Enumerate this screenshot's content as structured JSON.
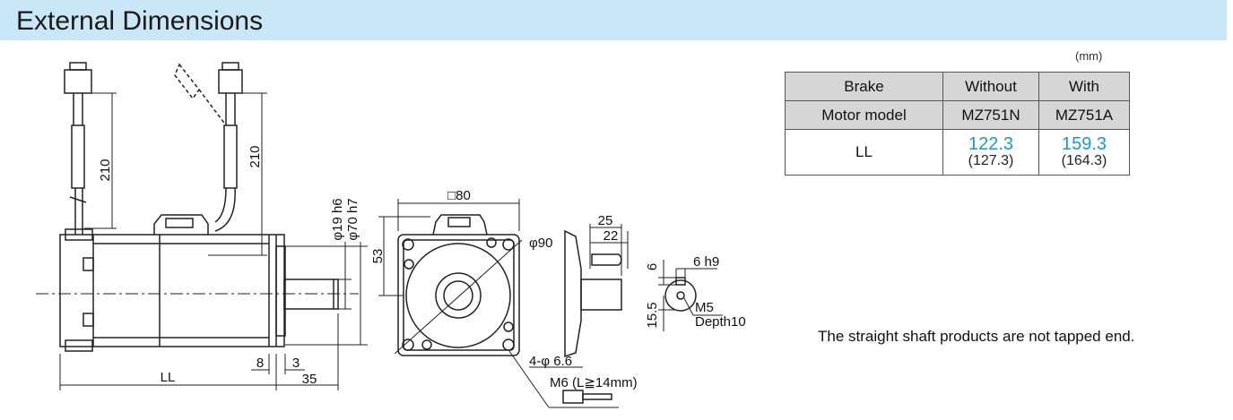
{
  "title": "External Dimensions",
  "unit": "(mm)",
  "table": {
    "headers": [
      "Brake",
      "Without",
      "With"
    ],
    "model_row": [
      "Motor model",
      "MZ751N",
      "MZ751A"
    ],
    "ll_row": {
      "label": "LL",
      "without": "122.3",
      "without_brake": "(127.3)",
      "with": "159.3",
      "with_brake": "(164.3)"
    }
  },
  "note": "The straight shaft products are not tapped end.",
  "drawing": {
    "cable_length_left": "210",
    "cable_length_right": "210",
    "shaft_dia": "φ19 h6",
    "pilot_dia": "φ70 h7",
    "flange_label": "□80",
    "pcd_label": "φ90",
    "dim_53": "53",
    "dim_ll": "LL",
    "dim_8": "8",
    "dim_3": "3",
    "dim_35": "35",
    "hole_label": "4-φ 6.6",
    "bolt_label": "M6 (L≧14mm)",
    "dim_25": "25",
    "dim_22": "22",
    "dim_6": "6",
    "key_label": "6 h9",
    "dim_15_5": "15.5",
    "tap_label": "M5",
    "depth_label": "Depth10",
    "colors": {
      "banner": "#c9e7f6",
      "ll_value": "#1899d6",
      "header_cell": "#d6d6d6"
    }
  }
}
